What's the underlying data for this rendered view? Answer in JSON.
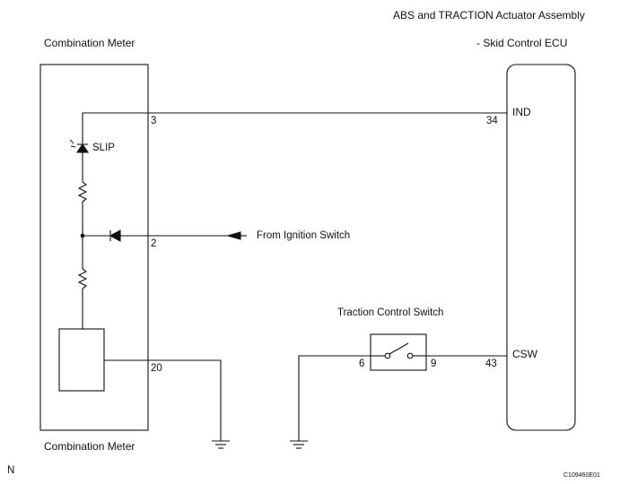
{
  "title_line1": "ABS and TRACTION Actuator Assembly",
  "title_line2": "- Skid Control ECU",
  "left_box_label_top": "Combination Meter",
  "left_box_label_bottom": "Combination Meter",
  "led_label": "SLIP",
  "from_ignition": "From Ignition Switch",
  "switch_label": "Traction Control Switch",
  "pins": {
    "p3": "3",
    "p2": "2",
    "p20": "20",
    "p34": "34",
    "p43": "43",
    "p6": "6",
    "p9": "9"
  },
  "ecu_terms": {
    "ind": "IND",
    "csw": "CSW"
  },
  "corner_left": "N",
  "corner_right": "C109460E01"
}
